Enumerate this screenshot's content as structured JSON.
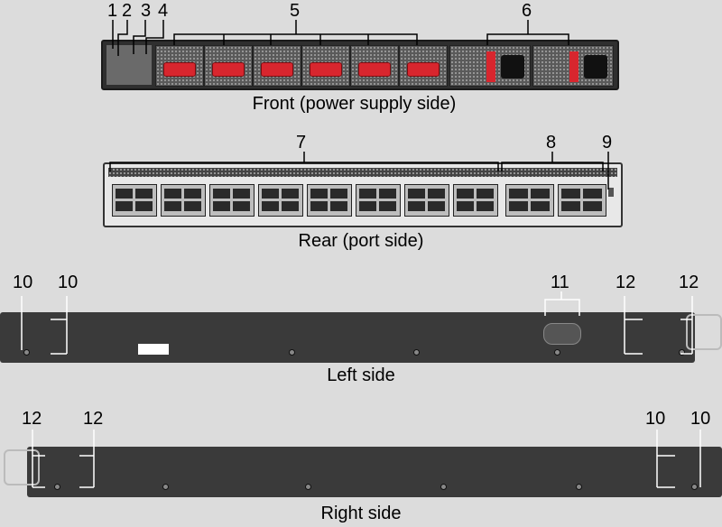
{
  "callouts": {
    "front": [
      "1",
      "2",
      "3",
      "4",
      "5",
      "6"
    ],
    "rear": [
      "7",
      "8",
      "9"
    ],
    "left": [
      "10",
      "10",
      "11",
      "12",
      "12"
    ],
    "right": [
      "12",
      "12",
      "10",
      "10"
    ]
  },
  "captions": {
    "front": "Front (power supply side)",
    "rear": "Rear (port side)",
    "left": "Left side",
    "right": "Right side"
  },
  "colors": {
    "background": "#dcdcdc",
    "chassis": "#3a3a3a",
    "fan_handle": "#d8262e",
    "leader_line": "#ffffff"
  }
}
